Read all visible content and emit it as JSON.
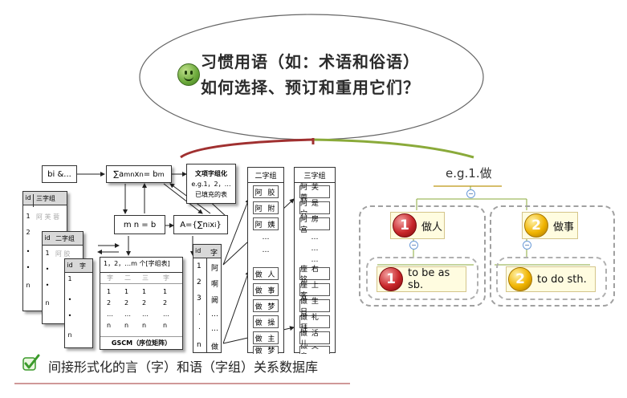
{
  "title": {
    "line1": "习惯用语（如：术语和俗语）",
    "line2": "如何选择、预订和重用它们？"
  },
  "diagram": {
    "bi": "bi &...",
    "sum_eq": "∑a",
    "sum_eq_sub1": "mn",
    "sum_eq_mid": " x",
    "sum_eq_sub2": "n",
    "sum_eq_end": " = b",
    "sum_eq_sub3": "m",
    "mnb": "m n = b",
    "aset": "A={∑n",
    "aset_sub1": "i",
    "aset_mid": " x",
    "aset_sub2": "i",
    "aset_end": "}",
    "note_title": "文项字组化",
    "note_line2": "e.g.1，2，…",
    "note_line3": "已填充的表",
    "table_id": "id",
    "table_3gram": "三字组",
    "table_2gram": "二字组",
    "table_char": "字",
    "back_rows": [
      "1",
      "2",
      "•",
      "•",
      "n"
    ],
    "back_row1_text": "阿 芙 蓉",
    "back_row2_text": "阿 胶",
    "gscm_header": "1，2，…m 个[字组表]",
    "gscm_cols": [
      "字",
      "二",
      "三",
      "字"
    ],
    "gscm_rows": [
      [
        "1",
        "1",
        "1",
        "1"
      ],
      [
        "2",
        "2",
        "2",
        "2"
      ],
      [
        "…",
        "…",
        "…",
        "…"
      ],
      [
        "n",
        "n",
        "n",
        "n"
      ]
    ],
    "gscm_caption": "GSCM（序位矩阵）",
    "char_col_ids": [
      "1",
      "2",
      "3",
      ".",
      ".",
      "n"
    ],
    "char_col_chars": [
      "阿",
      "啊",
      "阙",
      "…",
      "…",
      "做"
    ],
    "bigram_header": "二字组",
    "bigram_top": [
      "阿 胶",
      "阿 附",
      "阿 姨"
    ],
    "bigram_dots": [
      "…",
      "…"
    ],
    "bigram_bottom": [
      "做 人",
      "做 事",
      "做 梦",
      "做 操",
      "做 主",
      "做 梦"
    ],
    "trigram_header": "三字组",
    "trigram_top": [
      "阿 芙 蓉",
      "阿 是 穴",
      "阿 房 宫"
    ],
    "trigram_dots": [
      "…",
      "…",
      "…"
    ],
    "trigram_bottom": [
      "座 右 铭",
      "座 上 客",
      "做 生 日",
      "做 礼 拜",
      "做 活 儿",
      "做 文 章"
    ],
    "caption": "间接形式化的言（字）和语（字组）关系数据库"
  },
  "mindmap": {
    "root": "e.g.1.做",
    "n1_num": "1",
    "n1_label": "做人",
    "n1_child": "to be as sb.",
    "n2_num": "2",
    "n2_label": "做事",
    "n2_child": "to do sth.",
    "collapse": "−"
  },
  "colors": {
    "accent_red": "#c8262a",
    "accent_gold": "#f0b400",
    "check_green": "#3a9a2a",
    "connector_green": "#8aaa3a",
    "connector_red": "#a03030"
  }
}
